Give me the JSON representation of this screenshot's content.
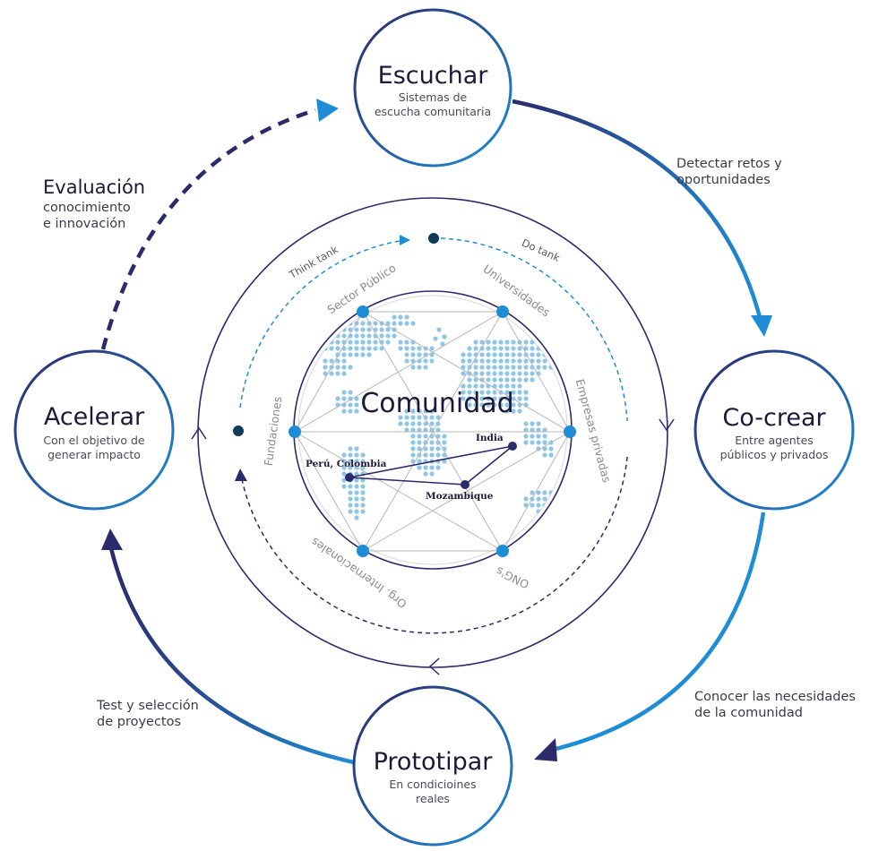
{
  "colors": {
    "navy": "#2b2a6b",
    "blue": "#1f8dd6",
    "dark_teal": "#0f3d57",
    "map_dot": "#8fc6e6",
    "grey_line": "#b8b8bc"
  },
  "stages": {
    "escuchar": {
      "title": "Escuchar",
      "sub1": "Sistemas de",
      "sub2": "escucha comunitaria"
    },
    "cocrear": {
      "title": "Co-crear",
      "sub1": "Entre agentes",
      "sub2": "públicos y privados"
    },
    "prototipar": {
      "title": "Prototipar",
      "sub1": "En condicioines",
      "sub2": "reales"
    },
    "acelerar": {
      "title": "Acelerar",
      "sub1": "Con el objetivo de",
      "sub2": "generar impacto"
    }
  },
  "transitions": {
    "detectar": {
      "line1": "Detectar retos y",
      "line2": "oportunidades"
    },
    "conocer": {
      "line1": "Conocer las necesidades",
      "line2": "de la comunidad"
    },
    "test": {
      "line1": "Test y selección",
      "line2": "de proyectos"
    }
  },
  "evaluation": {
    "title": "Evaluación",
    "sub1": "conocimiento",
    "sub2": "e innovación"
  },
  "inner": {
    "think_tank": "Think tank",
    "do_tank": "Do tank",
    "center_label": "Comunidad",
    "sectors": {
      "sector_publico": "Sector Público",
      "universidades": "Universidades",
      "empresas_privadas": "Empresas privadas",
      "ongs": "ONG's",
      "org_internacionales": "Org. Internacionales",
      "fundaciones": "Fundaciones"
    },
    "places": {
      "india": "India",
      "peru_colombia": "Perú, Colombia",
      "mozambique": "Mozambique"
    }
  }
}
